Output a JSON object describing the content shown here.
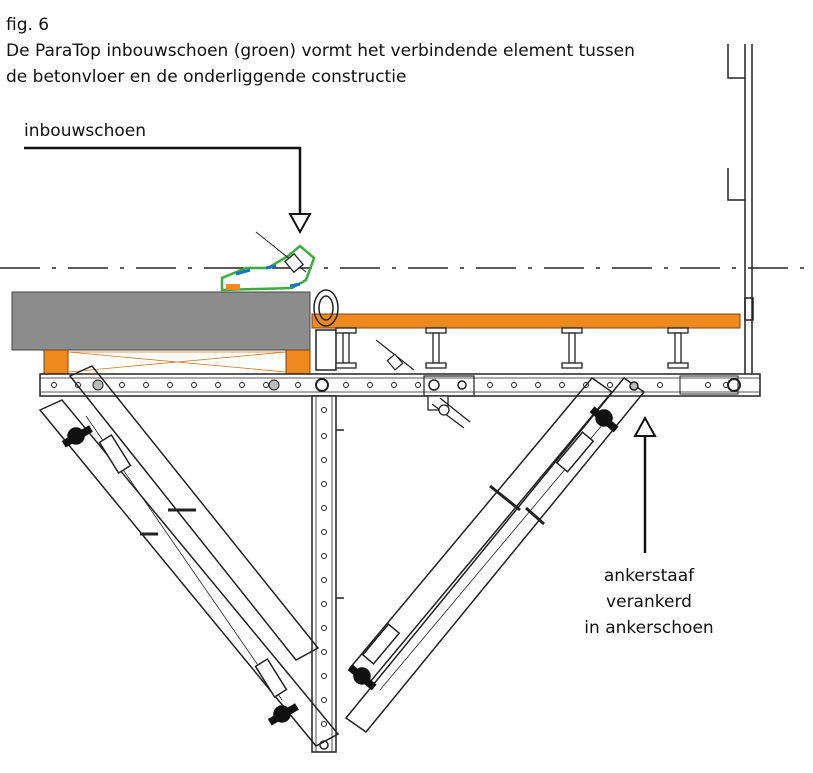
{
  "caption": {
    "fig": "fig. 6",
    "line1": "De ParaTop inbouwschoen (groen) vormt het verbindende element tussen",
    "line2": "de betonvloer en de onderliggende constructie"
  },
  "labels": {
    "shoe": "inbouwschoen",
    "anchor_line1": "ankerstaaf",
    "anchor_line2": "verankerd",
    "anchor_line3": "in ankerschoen"
  },
  "colors": {
    "concrete": "#8c8c8c",
    "timber": "#f08a1e",
    "shoe": "#3cae3c",
    "shoe_accent": "#1a6fd0",
    "line": "#222222"
  }
}
